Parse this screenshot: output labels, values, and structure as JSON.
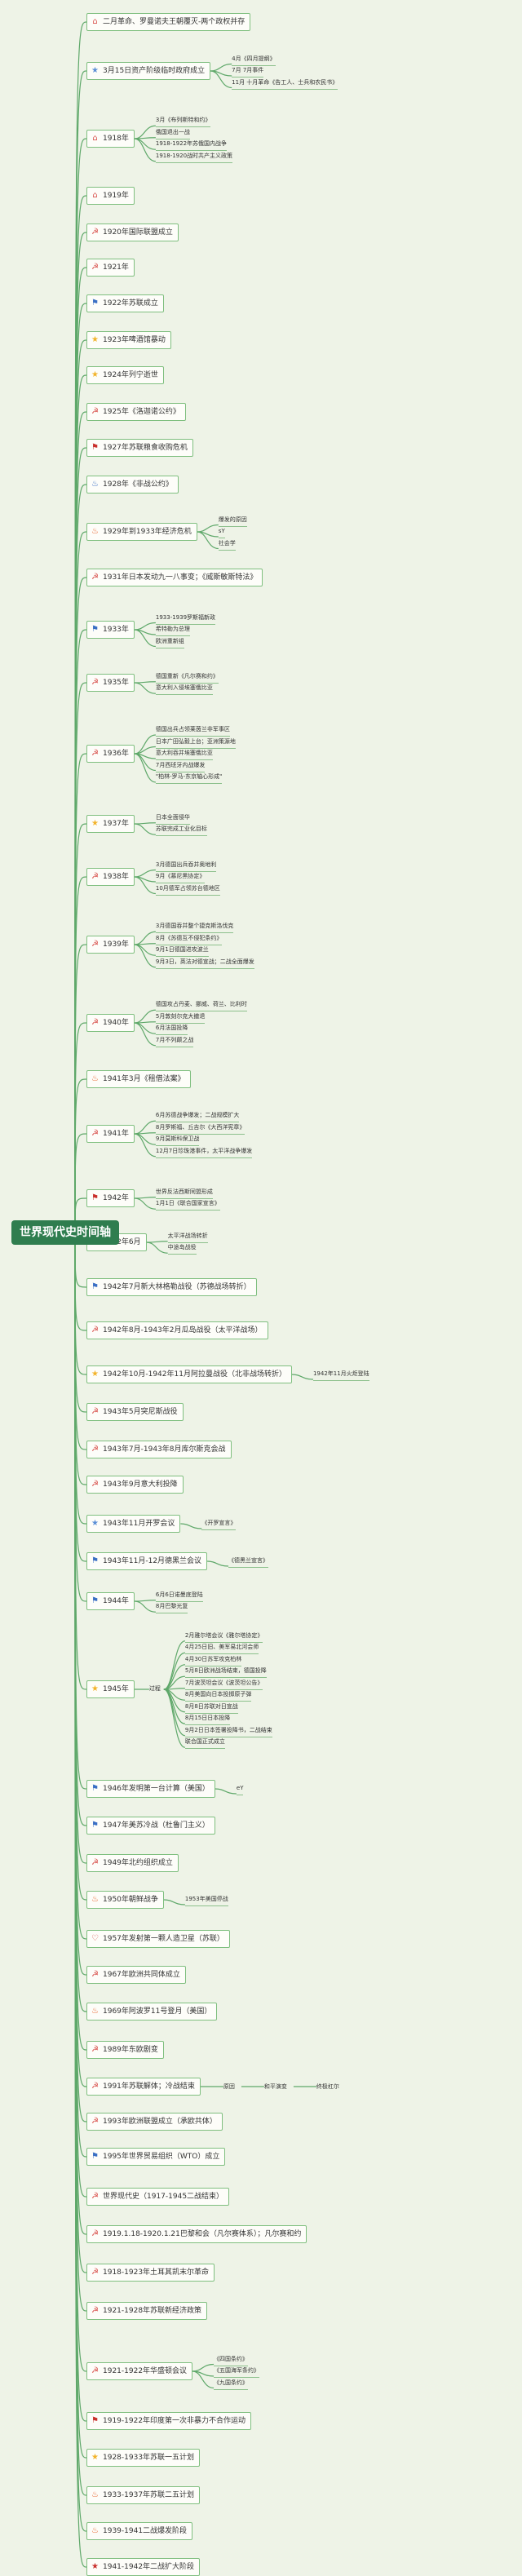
{
  "root": "世界现代史时间轴",
  "nodes": [
    {
      "label": "二月革命、罗曼诺夫王朝覆灭-两个政权并存",
      "icon": "home-icon",
      "color": "#d9534f",
      "children": []
    },
    {
      "label": "3月15日资产阶级临时政府成立",
      "icon": "star-icon",
      "color": "#5b8fd6",
      "children": [
        "4月《四月提纲》",
        "7月 7月事件",
        "11月 十月革命《告工人、士兵和农民书》"
      ]
    },
    {
      "label": "1918年",
      "icon": "home-icon",
      "color": "#d9534f",
      "children": [
        "3月《布列斯特和约》",
        "俄国退出一战",
        "1918-1922年苏俄国内战争",
        "1918-1920战时共产主义政策"
      ]
    },
    {
      "label": "1919年",
      "icon": "home-icon",
      "color": "#d9534f",
      "children": []
    },
    {
      "label": "1920年国际联盟成立",
      "icon": "sickle-icon",
      "color": "#d9534f",
      "children": []
    },
    {
      "label": "1921年",
      "icon": "sickle-icon",
      "color": "#d9534f",
      "children": []
    },
    {
      "label": "1922年苏联成立",
      "icon": "flag-icon",
      "color": "#3a6fc4",
      "children": []
    },
    {
      "label": "1923年啤酒馆暴动",
      "icon": "star-icon",
      "color": "#f2b32a",
      "children": []
    },
    {
      "label": "1924年列宁逝世",
      "icon": "star-icon",
      "color": "#f2b32a",
      "children": []
    },
    {
      "label": "1925年《洛迦诺公约》",
      "icon": "sickle-icon",
      "color": "#d9534f",
      "children": []
    },
    {
      "label": "1927年苏联粮食收购危机",
      "icon": "flag-icon",
      "color": "#c9302c",
      "children": []
    },
    {
      "label": "1928年《非战公约》",
      "icon": "flame-icon",
      "color": "#3a6fc4",
      "children": []
    },
    {
      "label": "1929年到1933年经济危机",
      "icon": "flame-icon",
      "color": "#e8622a",
      "children": [
        "爆发的原因",
        "sY",
        "社会学"
      ]
    },
    {
      "label": "1931年日本发动九一八事变；《威斯敏斯特法》",
      "icon": "sickle-icon",
      "color": "#d9534f",
      "children": []
    },
    {
      "label": "1933年",
      "icon": "flag-icon",
      "color": "#3a6fc4",
      "children": [
        "1933-1939罗斯福新政",
        "希特勒为总理",
        "欧洲重新组"
      ]
    },
    {
      "label": "1935年",
      "icon": "sickle-icon",
      "color": "#d9534f",
      "children": [
        "德国重新《凡尔赛和约》",
        "意大利入侵埃塞俄比亚"
      ]
    },
    {
      "label": "1936年",
      "icon": "sickle-icon",
      "color": "#d9534f",
      "children": [
        "德国出兵占领莱茵兰非军事区",
        "日本广田弘毅上台；亚洲策源地",
        "意大利吞并埃塞俄比亚",
        "7月西班牙内战爆发",
        "\"柏林-罗马-东京轴心形成\""
      ]
    },
    {
      "label": "1937年",
      "icon": "star-icon",
      "color": "#f2b32a",
      "children": [
        "日本全面侵华",
        "苏联完成工业化目标"
      ]
    },
    {
      "label": "1938年",
      "icon": "sickle-icon",
      "color": "#d9534f",
      "children": [
        "3月德国出兵吞并奥地利",
        "9月《慕尼黑协定》",
        "10月德军占领苏台德地区"
      ]
    },
    {
      "label": "1939年",
      "icon": "sickle-icon",
      "color": "#d9534f",
      "children": [
        "3月德国吞并整个捷克斯洛伐克",
        "8月《苏德互不侵犯条约》",
        "9月1日德国进攻波兰",
        "9月3日，英法对德宣战；二战全面爆发"
      ]
    },
    {
      "label": "1940年",
      "icon": "sickle-icon",
      "color": "#d9534f",
      "children": [
        "德国攻占丹麦、挪威、荷兰、比利时",
        "5月敦刻尔克大撤退",
        "6月法国投降",
        "7月不列颠之战"
      ]
    },
    {
      "label": "1941年3月《租借法案》",
      "icon": "flame-icon",
      "color": "#e8622a",
      "children": []
    },
    {
      "label": "1941年",
      "icon": "sickle-icon",
      "color": "#d9534f",
      "children": [
        "6月苏德战争爆发；二战规模扩大",
        "8月罗斯福、丘吉尔《大西洋宪章》",
        "9月莫斯科保卫战",
        "12月7日珍珠港事件，太平洋战争爆发"
      ]
    },
    {
      "label": "1942年",
      "icon": "flag-icon",
      "color": "#c9302c",
      "children": [
        "世界反法西斯同盟形成",
        "1月1日《联合国家宣言》"
      ]
    },
    {
      "label": "1942年6月",
      "icon": "star-icon",
      "color": "#f2b32a",
      "children": [
        "太平洋战场转折",
        "中途岛战役"
      ]
    },
    {
      "label": "1942年7月新大林格勒战役（苏德战场转折）",
      "icon": "flag-icon",
      "color": "#3a6fc4",
      "children": []
    },
    {
      "label": "1942年8月-1943年2月瓜岛战役（太平洋战场）",
      "icon": "sickle-icon",
      "color": "#d9534f",
      "children": []
    },
    {
      "label": "1942年10月-1942年11月阿拉曼战役（北非战场转折）",
      "icon": "star-icon",
      "color": "#f2b32a",
      "children": [
        "1942年11月火炬登陆"
      ]
    },
    {
      "label": "1943年5月突尼斯战役",
      "icon": "sickle-icon",
      "color": "#d9534f",
      "children": []
    },
    {
      "label": "1943年7月-1943年8月库尔斯克会战",
      "icon": "sickle-icon",
      "color": "#d9534f",
      "children": []
    },
    {
      "label": "1943年9月意大利投降",
      "icon": "sickle-icon",
      "color": "#d9534f",
      "children": []
    },
    {
      "label": "1943年11月开罗会议",
      "icon": "star-icon",
      "color": "#5b8fd6",
      "children": [
        "《开罗宣言》"
      ]
    },
    {
      "label": "1943年11月-12月德黑兰会议",
      "icon": "flag-icon",
      "color": "#3a6fc4",
      "children": [
        "《德黑兰宣言》"
      ]
    },
    {
      "label": "1944年",
      "icon": "flag-icon",
      "color": "#3a6fc4",
      "children": [
        "6月6日诺曼底登陆",
        "8月巴黎光复"
      ]
    },
    {
      "label": "1945年",
      "icon": "star-icon",
      "color": "#f2b32a",
      "mid": "过程",
      "children": [
        "2月雅尔塔会议《雅尔塔协定》",
        "4月25日旧、美军易北河会师",
        "4月30日苏军攻克柏林",
        "5月8日欧洲战场结束，德国投降",
        "7月波茨坦会议《波茨坦公告》",
        "8月美国向日本投掷原子弹",
        "8月8日苏联对日宣战",
        "8月15日日本投降",
        "9月2日日本签署投降书，二战结束",
        "联合国正式成立"
      ]
    },
    {
      "label": "1946年发明第一台计算（美国）",
      "icon": "flag-icon",
      "color": "#3a6fc4",
      "children": [
        "eY"
      ]
    },
    {
      "label": "1947年美苏冷战（杜鲁门主义）",
      "icon": "flag-icon",
      "color": "#3a6fc4",
      "children": []
    },
    {
      "label": "1949年北约组织成立",
      "icon": "sickle-icon",
      "color": "#d9534f",
      "children": []
    },
    {
      "label": "1950年朝鲜战争",
      "icon": "flame-icon",
      "color": "#e8622a",
      "children": [
        "1953年美国停战"
      ]
    },
    {
      "label": "1957年发射第一颗人造卫星（苏联）",
      "icon": "heart-icon",
      "color": "#d9534f",
      "children": []
    },
    {
      "label": "1967年欧洲共同体成立",
      "icon": "sickle-icon",
      "color": "#d9534f",
      "children": []
    },
    {
      "label": "1969年阿波罗11号登月（美国）",
      "icon": "flame-icon",
      "color": "#e8622a",
      "children": []
    },
    {
      "label": "1989年东欧剧变",
      "icon": "sickle-icon",
      "color": "#d9534f",
      "children": []
    },
    {
      "label": "1991年苏联解体；冷战结束",
      "icon": "sickle-icon",
      "color": "#d9534f",
      "chain": [
        "原因",
        "和平演变",
        "终极杠尔"
      ],
      "children": []
    },
    {
      "label": "1993年欧洲联盟成立（承欧共体）",
      "icon": "sickle-icon",
      "color": "#d9534f",
      "children": []
    },
    {
      "label": "1995年世界贸易组织（WTO）成立",
      "icon": "flag-icon",
      "color": "#3a6fc4",
      "children": []
    },
    {
      "label": "世界现代史（1917-1945二战结束）",
      "icon": "sickle-icon",
      "color": "#d9534f",
      "children": []
    },
    {
      "label": "1919.1.18-1920.1.21巴黎和会（凡尔赛体系）；凡尔赛和约",
      "icon": "sickle-icon",
      "color": "#d9534f",
      "children": []
    },
    {
      "label": "1918-1923年土耳其凯末尔革命",
      "icon": "sickle-icon",
      "color": "#d9534f",
      "children": []
    },
    {
      "label": "1921-1928年苏联新经济政策",
      "icon": "sickle-icon",
      "color": "#d9534f",
      "children": []
    },
    {
      "label": "1921-1922年华盛顿会议",
      "icon": "sickle-icon",
      "color": "#d9534f",
      "children": [
        "《四国条约》",
        "《五国海军条约》",
        "《九国条约》"
      ]
    },
    {
      "label": "1919-1922年印度第一次非暴力不合作运动",
      "icon": "flag-icon",
      "color": "#c9302c",
      "children": []
    },
    {
      "label": "1928-1933年苏联一五计划",
      "icon": "star-icon",
      "color": "#f2b32a",
      "children": []
    },
    {
      "label": "1933-1937年苏联二五计划",
      "icon": "flame-icon",
      "color": "#e8622a",
      "children": []
    },
    {
      "label": "1939-1941二战爆发阶段",
      "icon": "flame-icon",
      "color": "#e8622a",
      "children": []
    },
    {
      "label": "1941-1942年二战扩大阶段",
      "icon": "star-icon",
      "color": "#c9302c",
      "children": []
    }
  ],
  "icon_glyphs": {
    "home-icon": "⌂",
    "star-icon": "★",
    "sickle-icon": "☭",
    "flag-icon": "⚑",
    "flame-icon": "♨",
    "heart-icon": "♡"
  },
  "colors": {
    "background": "#eef3e7",
    "line": "#5fa86a",
    "node_border": "#7fbf7f",
    "root": "#2f7d4f",
    "leaf_underline": "#8cc08c"
  }
}
